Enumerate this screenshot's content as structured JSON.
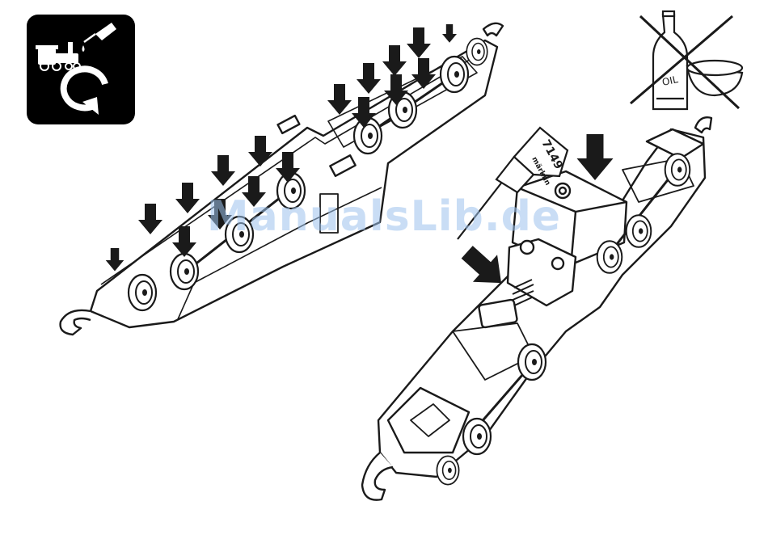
{
  "icons": {
    "maintenance": "lubricate-and-rotate-icon",
    "prohibition": "no-oil-icon",
    "arrow": "down-arrow-icon"
  },
  "colors": {
    "ink": "#1a1a1a",
    "paper": "#ffffff",
    "watermark": "#9ec3ee"
  },
  "oil_bottle_label": "OIL",
  "oiler": {
    "brand": "märklin",
    "part_number": "7149"
  },
  "watermark": "ManualsLib.de"
}
